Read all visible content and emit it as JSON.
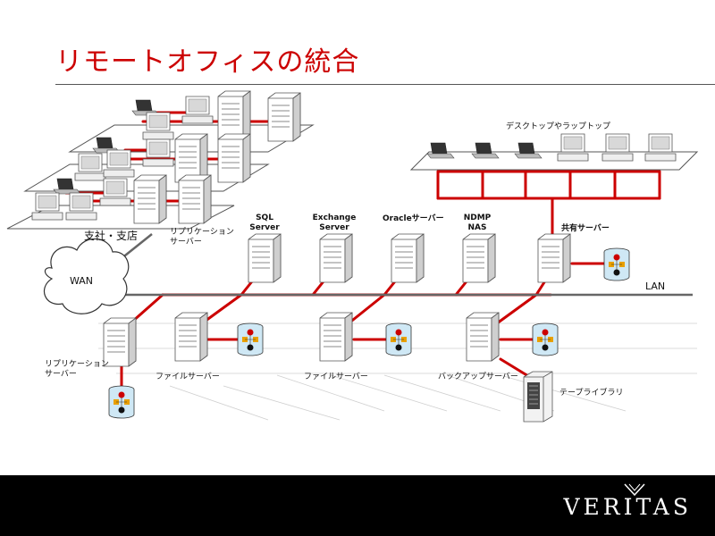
{
  "slide": {
    "title": "リモートオフィスの統合",
    "colors": {
      "title": "#cc0000",
      "links": "#cc0000",
      "lan": "#666666",
      "footer": "#000000"
    }
  },
  "labels": {
    "branch": "支社・支店",
    "branch_replication": "リプリケーション\nサーバー",
    "wan": "WAN",
    "lan": "LAN",
    "sql": "SQL\nServer",
    "exchange": "Exchange\nServer",
    "oracle": "Oracleサーバー",
    "ndmp": "NDMP\nNAS",
    "shared": "共有サーバー",
    "desktops": "デスクトップやラップトップ",
    "replication": "リプリケーション\nサーバー",
    "file1": "ファイルサーバー",
    "file2": "ファイルサーバー",
    "backup": "バックアップサーバー",
    "tape": "テープライブラリ"
  },
  "footer": {
    "logo": "VERITAS"
  }
}
